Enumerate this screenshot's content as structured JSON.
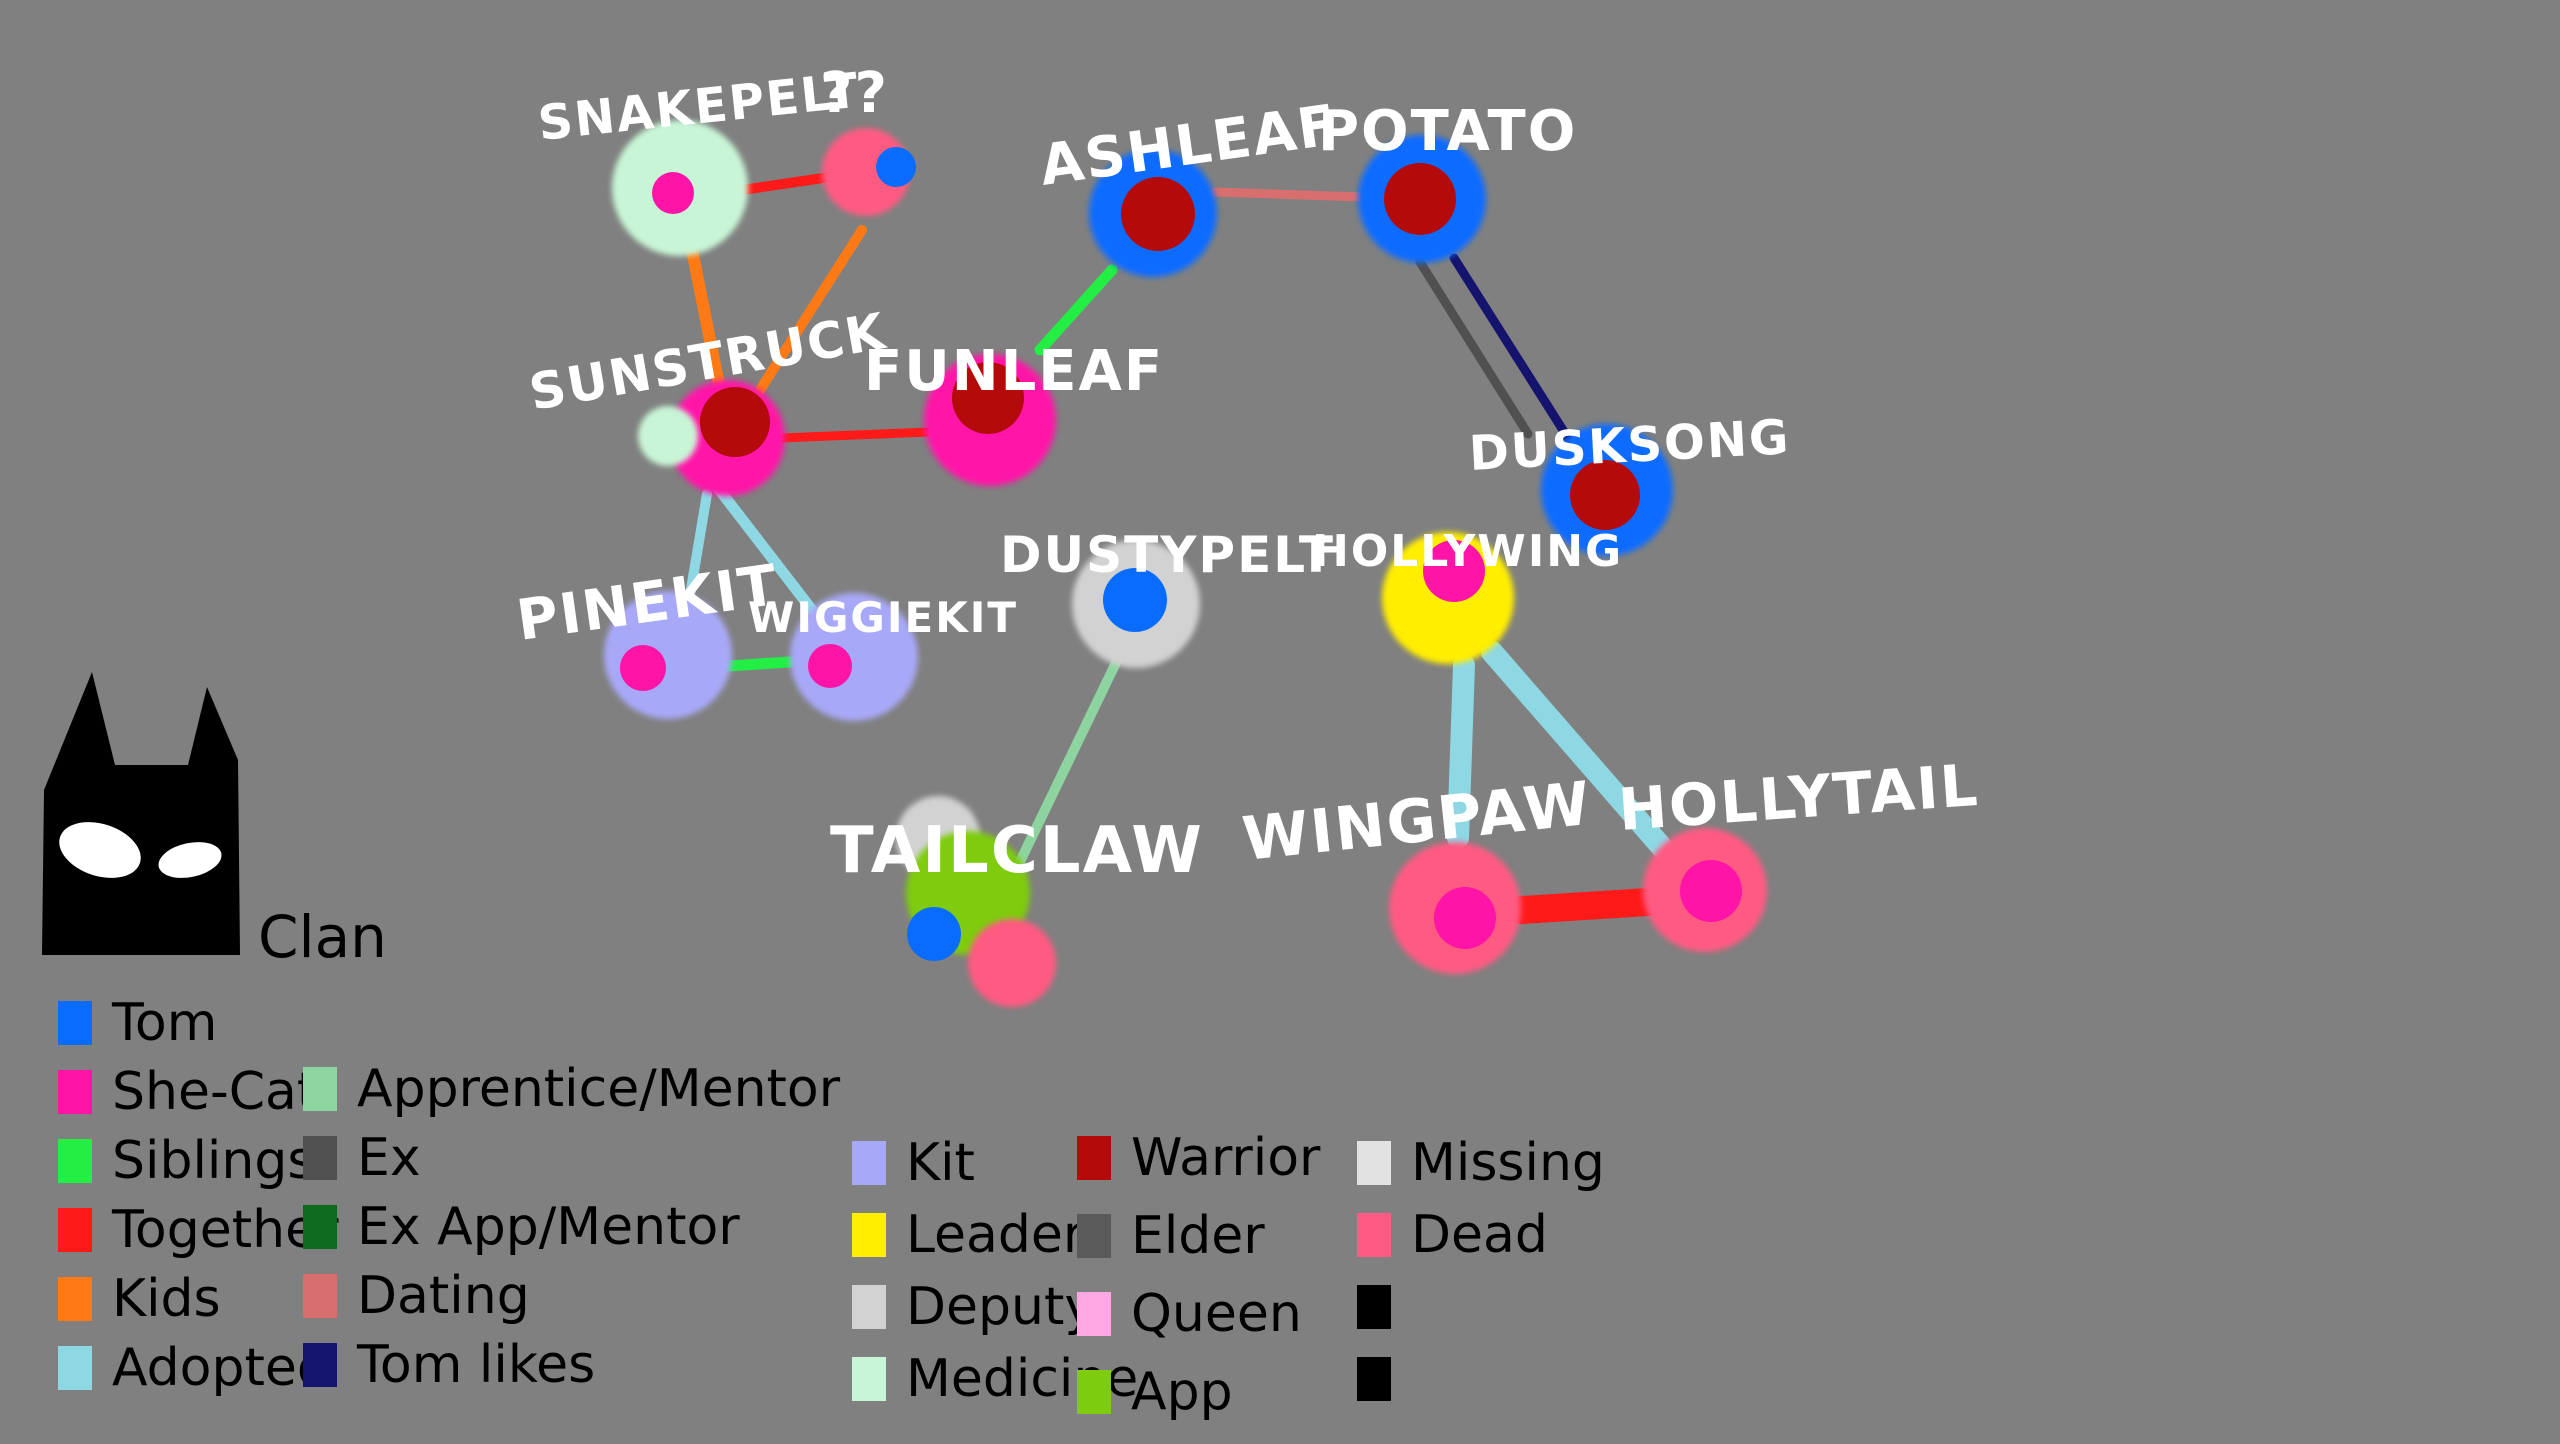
{
  "brand": {
    "name": "Clan",
    "logo_icon": "cat-mask-icon"
  },
  "colors": {
    "background": "#808080",
    "tom": "#0a6cff",
    "she_cat": "#ff14a8",
    "siblings": "#22ee44",
    "together": "#ff1a1a",
    "kids": "#ff7a14",
    "adopted": "#8ed8e4",
    "apprentice_mentor": "#8ed4a0",
    "ex": "#505050",
    "ex_app_mentor": "#0e6a1e",
    "dating": "#d96e6e",
    "tom_likes": "#14146e",
    "kit": "#a8a8f8",
    "leader": "#ffee00",
    "deputy": "#d2d2d2",
    "medicine": "#c8f5d6",
    "warrior": "#b40a0a",
    "elder": "#5a5a5a",
    "queen": "#ffa8e4",
    "app": "#7ecc10",
    "missing": "#e2e2e2",
    "dead": "#ff5a82",
    "blank": "#000000"
  },
  "cats": [
    {
      "name": "SNAKEPELT",
      "rank": "medicine",
      "gender": "she_cat",
      "marker": null
    },
    {
      "name": "??",
      "rank": "dead",
      "gender": "tom",
      "marker": null
    },
    {
      "name": "ASHLEAF",
      "rank": "tom",
      "gender": "warrior",
      "marker": null
    },
    {
      "name": "POTATO",
      "rank": "tom",
      "gender": "warrior",
      "marker": null
    },
    {
      "name": "SUNSTRUCK",
      "rank": "she_cat",
      "gender": "warrior",
      "marker": "medicine"
    },
    {
      "name": "FUNLEAF",
      "rank": "she_cat",
      "gender": "warrior",
      "marker": null
    },
    {
      "name": "DUSKSONG",
      "rank": "tom",
      "gender": "warrior",
      "marker": null
    },
    {
      "name": "PINEKIT",
      "rank": "kit",
      "gender": "she_cat",
      "marker": null
    },
    {
      "name": "WIGGIEKIT",
      "rank": "kit",
      "gender": "she_cat",
      "marker": null
    },
    {
      "name": "DUSTYPELT",
      "rank": "deputy",
      "gender": "tom",
      "marker": null
    },
    {
      "name": "HOLLYWING",
      "rank": "leader",
      "gender": "she_cat",
      "marker": null
    },
    {
      "name": "TAILCLAW",
      "rank": "app",
      "gender": "tom",
      "marker": "dead"
    },
    {
      "name": "WINGPAW",
      "rank": "dead",
      "gender": "she_cat",
      "marker": null
    },
    {
      "name": "HOLLYTAIL",
      "rank": "dead",
      "gender": "she_cat",
      "marker": null
    }
  ],
  "relations": [
    {
      "from": "SNAKEPELT",
      "to": "??",
      "type": "together"
    },
    {
      "from": "SNAKEPELT",
      "to": "SUNSTRUCK",
      "type": "kids"
    },
    {
      "from": "??",
      "to": "SUNSTRUCK",
      "type": "kids"
    },
    {
      "from": "SUNSTRUCK",
      "to": "FUNLEAF",
      "type": "together"
    },
    {
      "from": "ASHLEAF",
      "to": "FUNLEAF",
      "type": "siblings"
    },
    {
      "from": "ASHLEAF",
      "to": "POTATO",
      "type": "dating"
    },
    {
      "from": "POTATO",
      "to": "DUSKSONG",
      "type": "ex"
    },
    {
      "from": "POTATO",
      "to": "DUSKSONG",
      "type": "tom_likes"
    },
    {
      "from": "SUNSTRUCK",
      "to": "PINEKIT",
      "type": "adopted"
    },
    {
      "from": "SUNSTRUCK",
      "to": "WIGGIEKIT",
      "type": "adopted"
    },
    {
      "from": "PINEKIT",
      "to": "WIGGIEKIT",
      "type": "siblings"
    },
    {
      "from": "DUSTYPELT",
      "to": "TAILCLAW",
      "type": "apprentice_mentor"
    },
    {
      "from": "HOLLYWING",
      "to": "WINGPAW",
      "type": "adopted"
    },
    {
      "from": "HOLLYWING",
      "to": "HOLLYTAIL",
      "type": "adopted"
    },
    {
      "from": "WINGPAW",
      "to": "HOLLYTAIL",
      "type": "together"
    }
  ],
  "legend": {
    "relationships": [
      {
        "label": "Tom",
        "color": "tom"
      },
      {
        "label": "She-Cat",
        "color": "she_cat"
      },
      {
        "label": "Siblings",
        "color": "siblings"
      },
      {
        "label": "Together",
        "color": "together"
      },
      {
        "label": "Kids",
        "color": "kids"
      },
      {
        "label": "Adopted",
        "color": "adopted"
      }
    ],
    "relationships2": [
      {
        "label": "Apprentice/Mentor",
        "color": "apprentice_mentor"
      },
      {
        "label": "Ex",
        "color": "ex"
      },
      {
        "label": "Ex  App/Mentor",
        "color": "ex_app_mentor"
      },
      {
        "label": "Dating",
        "color": "dating"
      },
      {
        "label": "Tom likes",
        "color": "tom_likes"
      }
    ],
    "ranks": [
      {
        "label": "Kit",
        "color": "kit"
      },
      {
        "label": "Leader",
        "color": "leader"
      },
      {
        "label": "Deputy",
        "color": "deputy"
      },
      {
        "label": "Medicine",
        "color": "medicine"
      }
    ],
    "ranks2": [
      {
        "label": "Warrior",
        "color": "warrior"
      },
      {
        "label": "Elder",
        "color": "elder"
      },
      {
        "label": "Queen",
        "color": "queen"
      },
      {
        "label": "App",
        "color": "app"
      }
    ],
    "status": [
      {
        "label": "Missing",
        "color": "missing"
      },
      {
        "label": "Dead",
        "color": "dead"
      },
      {
        "label": "",
        "color": "blank"
      },
      {
        "label": "",
        "color": "blank"
      }
    ]
  }
}
